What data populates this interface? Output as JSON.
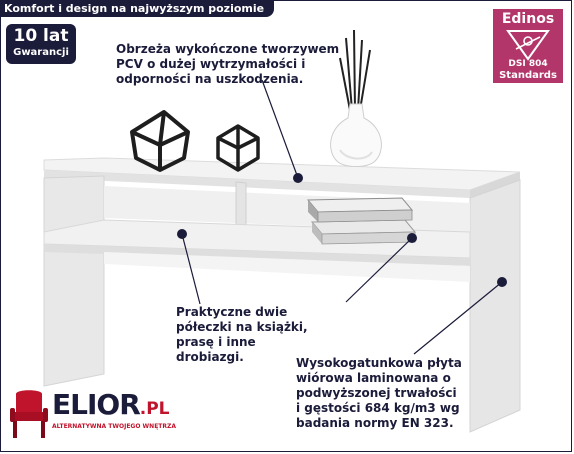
{
  "header": {
    "slogan": "Komfort i design na najwyższym poziomie"
  },
  "warranty": {
    "years": "10 lat",
    "label": "Gwarancji"
  },
  "certificate": {
    "brand": "Edinos",
    "dsi_left": "DSI",
    "dsi_right": "804",
    "standard": "Standards"
  },
  "captions": {
    "edges": "Obrzeża wykończone tworzywem\nPCV o dużej wytrzymałości i\nodporności na uszkodzenia.",
    "shelves": "Praktyczne dwie\npółeczki na książki,\nprasę i inne\ndrobiazgi.",
    "board": "Wysokogatunkowa płyta\nwiórowa laminowana o\npodwyższonej trwałości\ni gęstości 684 kg/m3 wg\nbadania normy EN 323."
  },
  "logo": {
    "name": "ELIOR",
    "suffix": ".PL",
    "tagline": "ALTERNATYWNA TWOJEGO WNĘTRZA"
  },
  "colors": {
    "navy": "#1b1b3a",
    "magenta": "#b3366a",
    "red": "#c0142c",
    "table": "#eeeeee"
  },
  "icons": [
    "geometric-figure-icon",
    "vase-icon",
    "books-icon",
    "chair-icon",
    "certificate-icon"
  ]
}
